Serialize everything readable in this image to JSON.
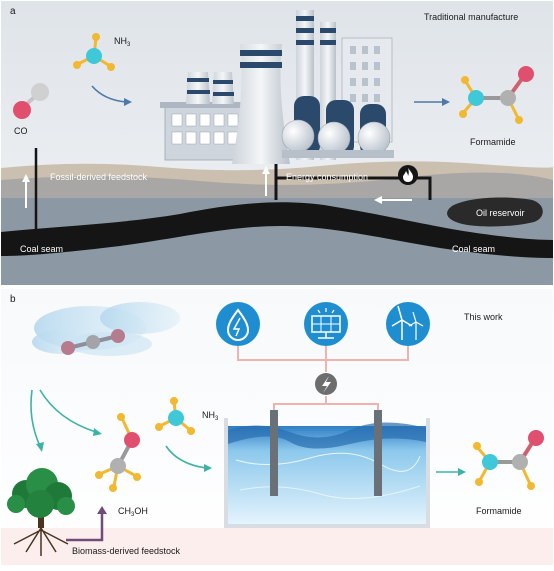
{
  "panel_a": {
    "letter": "a",
    "title": "Traditional manufacture",
    "co_label": "CO",
    "nh3_label": "NH",
    "nh3_sub": "3",
    "product_label": "Formamide",
    "fossil_label": "Fossil-derived feedstock",
    "energy_label": "Energy consumption",
    "oil_label": "Oil reservoir",
    "coal_left": "Coal seam",
    "coal_right": "Coal seam"
  },
  "panel_b": {
    "letter": "b",
    "title": "This work",
    "nh3_label": "NH",
    "nh3_sub": "3",
    "methanol_pre": "CH",
    "methanol_sub": "3",
    "methanol_post": "OH",
    "product_label": "Formamide",
    "biomass_label": "Biomass-derived feedstock",
    "energy_icons": [
      "hydro-icon",
      "solar-panel-icon",
      "wind-turbine-icon"
    ]
  },
  "colors": {
    "oxygen": "#e0506e",
    "carbon": "#b0b0b0",
    "nitrogen": "#3ec8d8",
    "hydrogen": "#f2b830",
    "accent_blue": "#1f8ed0",
    "bond_pink": "#f0b4b0",
    "ground_dark": "#1a1a1a"
  }
}
